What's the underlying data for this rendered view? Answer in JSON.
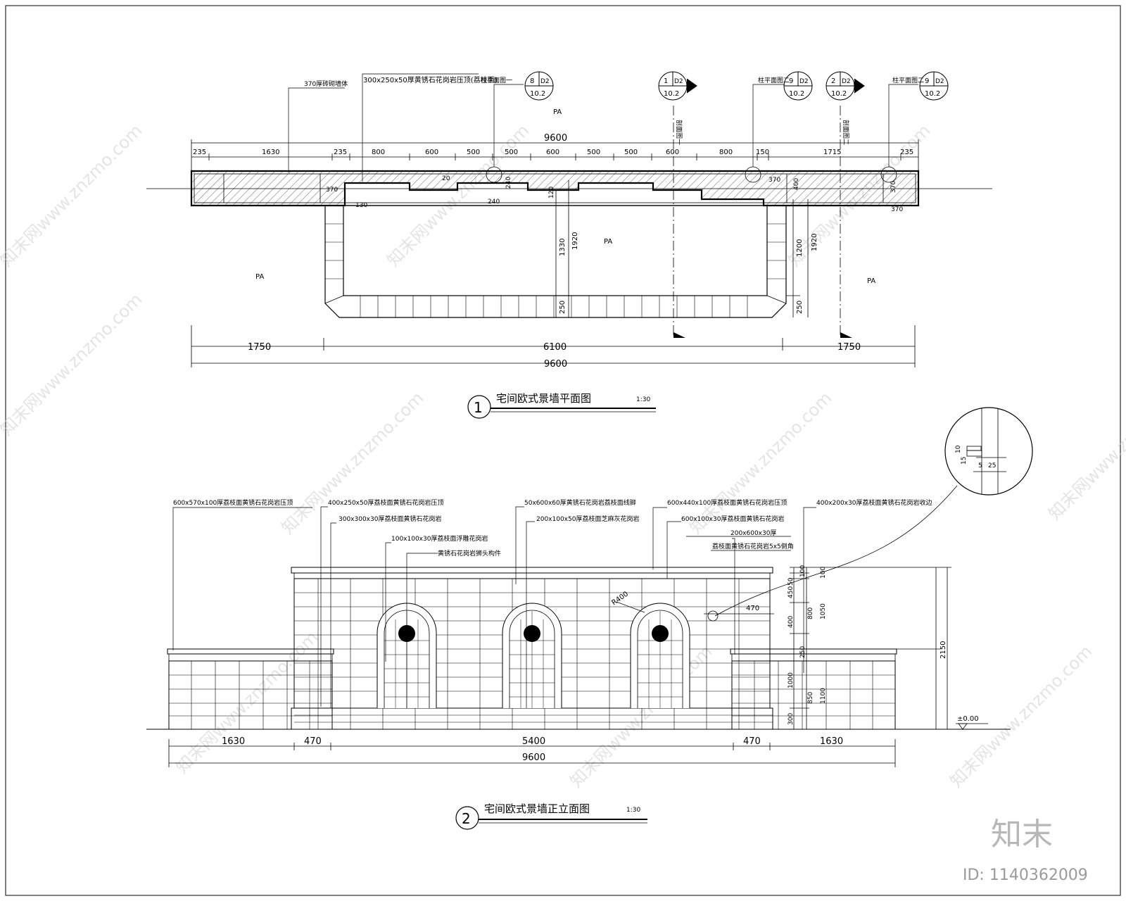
{
  "plan": {
    "top_leaders": [
      "370厚砖砌墙体",
      "300x250x50厚黄锈石花岗岩压顶(荔枝面)",
      "柱平面图一",
      "柱平面图二",
      "柱平面图二"
    ],
    "callouts": [
      {
        "top": "8",
        "sheet": "D2",
        "bottom": "10.2"
      },
      {
        "top": "1",
        "sheet": "D2",
        "bottom": "10.2"
      },
      {
        "top": "9",
        "sheet": "D2",
        "bottom": "10.2"
      },
      {
        "top": "2",
        "sheet": "D2",
        "bottom": "10.2"
      },
      {
        "top": "9",
        "sheet": "D2",
        "bottom": "10.2"
      }
    ],
    "section_labels": [
      "剖面图一",
      "剖面图二"
    ],
    "total_dim": "9600",
    "top_dims": [
      "235",
      "1630",
      "235",
      "800",
      "600",
      "500",
      "500",
      "600",
      "500",
      "500",
      "600",
      "800",
      "150",
      "1715",
      "235"
    ],
    "inner_dims": [
      "370",
      "240",
      "240",
      "120",
      "130",
      "370",
      "400",
      "370",
      "370",
      "20"
    ],
    "side_dims": [
      "1330",
      "1920",
      "1200",
      "1920",
      "250",
      "250"
    ],
    "area_labels": [
      "PA",
      "PA",
      "PA",
      "PA"
    ],
    "bottom_dims": [
      "1750",
      "6100",
      "1750"
    ],
    "bottom_total": "9600",
    "title_num": "1",
    "title": "宅间欧式景墙平面图",
    "scale": "1:30"
  },
  "elevation": {
    "leaders": [
      "600x570x100厚荔枝面黄锈石花岗岩压顶",
      "400x250x50厚荔枝面黄锈石花岗岩压顶",
      "300x300x30厚荔枝面黄锈石花岗岩",
      "100x100x30厚荔枝面浮雕花岗岩",
      "黄锈石花岗岩狮头构件",
      "50x600x60厚黄锈石花岗岩荔枝面线脚",
      "200x100x50厚荔枝面芝麻灰花岗岩",
      "600x440x100厚荔枝面黄锈石花岗岩压顶",
      "600x100x30厚荔枝面黄锈石花岗岩",
      "200x600x30厚",
      "荔枝面黄锈石花岗岩5x5倒角",
      "400x200x30厚荔枝面黄锈石花岗岩收边"
    ],
    "radius_label": "R400",
    "dim_470": "470",
    "right_dims_a": [
      "50",
      "100",
      "450",
      "400",
      "250",
      "1000",
      "300"
    ],
    "right_dims_b": [
      "100",
      "1050",
      "800",
      "850"
    ],
    "right_dims_c": [
      "1100",
      "2150"
    ],
    "detail_dims": [
      "10",
      "15",
      "5",
      "25"
    ],
    "level": "±0.00",
    "bottom_dims": [
      "1630",
      "470",
      "5400",
      "470",
      "1630"
    ],
    "bottom_total": "9600",
    "title_num": "2",
    "title": "宅间欧式景墙正立面图",
    "scale": "1:30"
  },
  "watermark": {
    "brand": "知末",
    "id": "ID: 1140362009",
    "pattern": "知末网www.znzmo.com"
  }
}
